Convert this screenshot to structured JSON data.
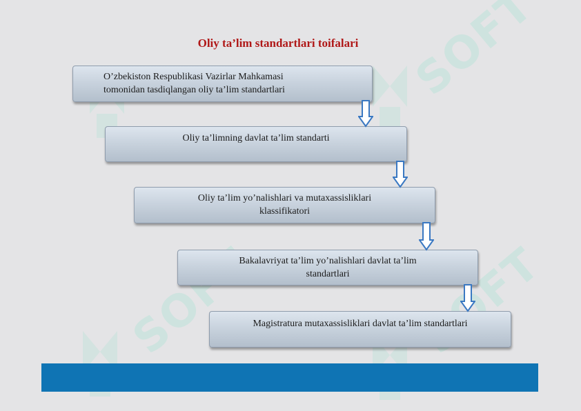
{
  "title": "Oliy ta’lim standartlari toifalari",
  "boxes": [
    {
      "text": "O’zbekiston Respublikasi Vazirlar Mahkamasi\ntomonidan tasdiqlangan oliy ta’lim standartlari"
    },
    {
      "text": "Oliy ta’limning davlat ta’lim standarti"
    },
    {
      "text": "Oliy ta’lim yo’nalishlari va mutaxassisliklari\nklassifikatori"
    },
    {
      "text": "Bakalavriyat ta’lim yo’nalishlari davlat ta’lim\nstandartlari"
    },
    {
      "text": "Magistratura mutaxassisliklari davlat ta’lim standartlari"
    }
  ],
  "watermark": {
    "text": "SOFT",
    "icon": "logo-mark-icon",
    "color": "#96e1cd"
  },
  "colors": {
    "title": "#b01818",
    "bar": "#0f74b4",
    "arrow": "#3a78c2"
  }
}
